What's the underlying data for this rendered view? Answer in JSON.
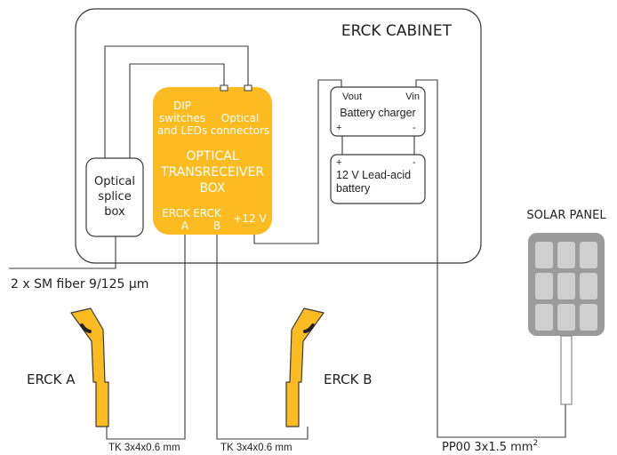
{
  "cabinet": {
    "title": "ERCK CABINET"
  },
  "optical_box": {
    "dip_line1": "DIP",
    "dip_line2": "switches",
    "dip_line3": "and LEDs",
    "conn_line1": "Optical",
    "conn_line2": "connectors",
    "title_line1": "OPTICAL",
    "title_line2": "TRANSRECEIVER",
    "title_line3": "BOX",
    "port_a_line1": "ERCK",
    "port_a_line2": "A",
    "port_b_line1": "ERCK",
    "port_b_line2": "B",
    "power": "+12 V"
  },
  "splice_box": {
    "line1": "Optical",
    "line2": "splice",
    "line3": "box"
  },
  "charger": {
    "vout": "Vout",
    "vin": "Vin",
    "name": "Battery charger",
    "plus": "+",
    "minus": "-"
  },
  "battery": {
    "plus": "+",
    "minus": "-",
    "line1": "12 V Lead-acid",
    "line2": "battery"
  },
  "solar_panel": {
    "title": "SOLAR PANEL"
  },
  "fiber": {
    "label": "2 x SM fiber 9/125 µm"
  },
  "erck_a": {
    "label": "ERCK A",
    "cable": "TK 3x4x0.6 mm"
  },
  "erck_b": {
    "label": "ERCK B",
    "cable": "TK 3x4x0.6 mm"
  },
  "power_cable": {
    "label": "PP00 3x1.5 mm",
    "sup": "2"
  },
  "colors": {
    "accent": "#fbbb21",
    "outline": "#3a3a3a",
    "panel": "#9b9b9b",
    "panel_cell": "#cfcfcf"
  }
}
